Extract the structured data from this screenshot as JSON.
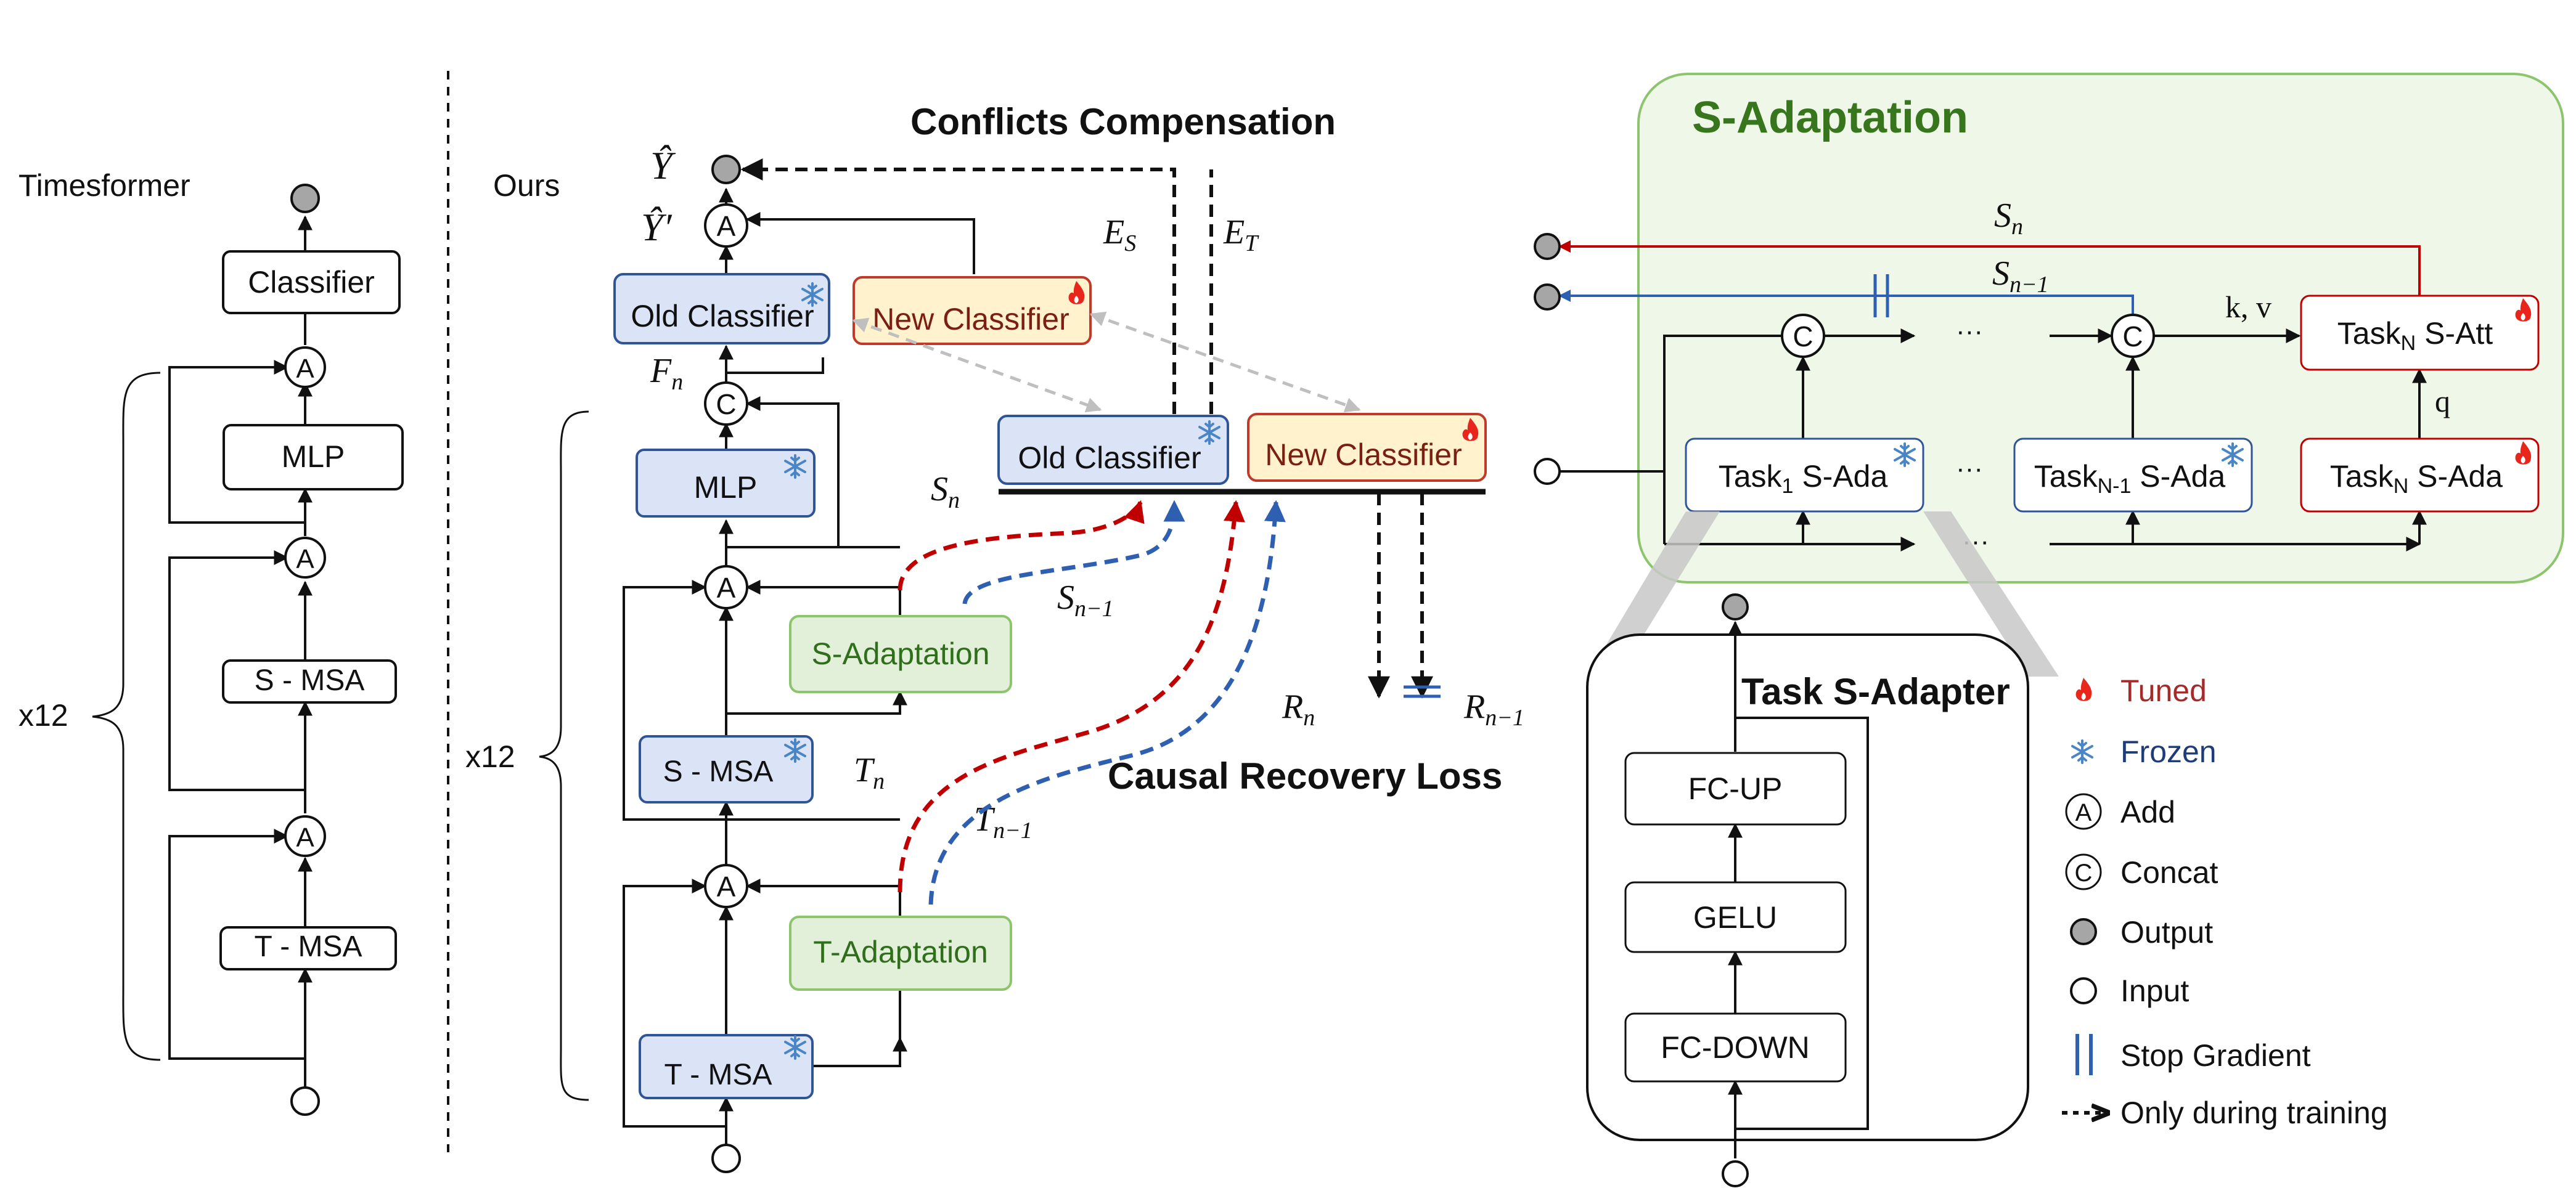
{
  "colors": {
    "blue_fill": "#dbe4f7",
    "blue_stroke": "#2f5597",
    "yellow_fill": "#fff2cc",
    "yellow_stroke": "#c0392b",
    "green_fill": "#e2f0d9",
    "green_stroke": "#8cc56d",
    "green_panel": "#eef7e8",
    "green_title": "#38761d",
    "red_arrow": "#c00000",
    "blue_arrow": "#2e5fb0",
    "gray_arrow": "#bfbfbf",
    "tuned_text": "#a52a2a",
    "frozen_text": "#1f3c78"
  },
  "timesformer": {
    "label": "Timesformer",
    "repeat": "x12",
    "classifier": "Classifier",
    "mlp": "MLP",
    "s_msa": "S - MSA",
    "t_msa": "T - MSA",
    "add": "A"
  },
  "ours": {
    "label": "Ours",
    "repeat": "x12",
    "y_hat": "Ŷ",
    "y_hat_prime": "Ŷ′",
    "f_n": "F",
    "f_n_sub": "n",
    "old_classifier": "Old Classifier",
    "new_classifier": "New Classifier",
    "mlp": "MLP",
    "s_msa": "S - MSA",
    "t_msa": "T - MSA",
    "s_adaptation": "S-Adaptation",
    "t_adaptation": "T-Adaptation",
    "add": "A",
    "concat": "C",
    "conflicts_title": "Conflicts Compensation",
    "causal_title": "Causal Recovery Loss",
    "e_s": "E",
    "e_s_sub": "S",
    "e_t": "E",
    "e_t_sub": "T",
    "s_n": "S",
    "s_n_sub": "n",
    "s_n1": "S",
    "s_n1_sub": "n−1",
    "t_n": "T",
    "t_n_sub": "n",
    "t_n1": "T",
    "t_n1_sub": "n−1",
    "r_n": "R",
    "r_n_sub": "n",
    "r_n1": "R",
    "r_n1_sub": "n−1"
  },
  "s_adaptation_panel": {
    "title": "S-Adaptation",
    "s_n": "S",
    "s_n_sub": "n",
    "s_n1": "S",
    "s_n1_sub": "n−1",
    "kv": "k, v",
    "q": "q",
    "concat": "C",
    "dots": "···",
    "task1": "Task",
    "task1_sub": "1",
    "task1_rest": " S-Ada",
    "taskn1": "Task",
    "taskn1_sub": "N-1",
    "taskn1_rest": " S-Ada",
    "taskn": "Task",
    "taskn_sub": "N",
    "taskn_rest": " S-Ada",
    "taskn_att": "Task",
    "taskn_att_sub": "N",
    "taskn_att_rest": " S-Att"
  },
  "adapter": {
    "title": "Task S-Adapter",
    "fc_up": "FC-UP",
    "gelu": "GELU",
    "fc_down": "FC-DOWN"
  },
  "legend": {
    "tuned": "Tuned",
    "frozen": "Frozen",
    "add": "Add",
    "add_sym": "A",
    "concat": "Concat",
    "concat_sym": "C",
    "output": "Output",
    "input": "Input",
    "stop_gradient": "Stop Gradient",
    "training": "Only during training"
  }
}
